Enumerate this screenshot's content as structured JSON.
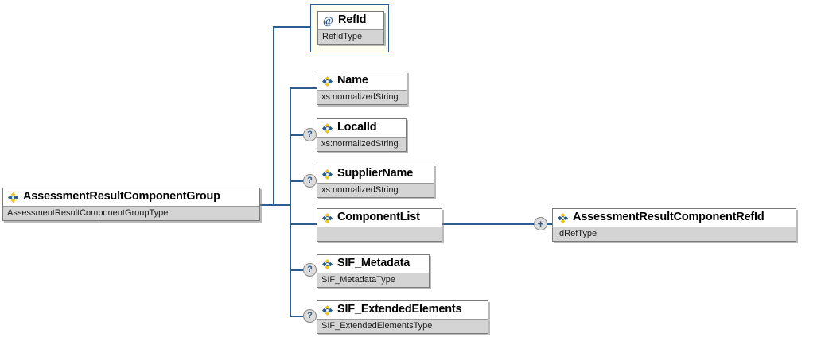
{
  "diagram": {
    "kind": "xml-schema-element-tree",
    "root": {
      "name": "AssessmentResultComponentGroup",
      "type": "AssessmentResultComponentGroupType",
      "icon": "element-icon"
    },
    "attributes": [
      {
        "name": "RefId",
        "type": "RefIdType",
        "icon": "attribute-icon",
        "optional": false
      }
    ],
    "children": [
      {
        "name": "Name",
        "type": "xs:normalizedString",
        "icon": "element-icon",
        "optional": false,
        "optional_marker": ""
      },
      {
        "name": "LocalId",
        "type": "xs:normalizedString",
        "icon": "element-icon",
        "optional": true,
        "optional_marker": "?"
      },
      {
        "name": "SupplierName",
        "type": "xs:normalizedString",
        "icon": "element-icon",
        "optional": true,
        "optional_marker": "?"
      },
      {
        "name": "ComponentList",
        "type": "",
        "icon": "element-icon",
        "optional": false,
        "optional_marker": "",
        "expander": "+",
        "child": {
          "name": "AssessmentResultComponentRefId",
          "type": "IdRefType",
          "icon": "element-icon"
        }
      },
      {
        "name": "SIF_Metadata",
        "type": "SIF_MetadataType",
        "icon": "element-icon",
        "optional": true,
        "optional_marker": "?"
      },
      {
        "name": "SIF_ExtendedElements",
        "type": "SIF_ExtendedElementsType",
        "icon": "element-icon",
        "optional": true,
        "optional_marker": "?"
      }
    ]
  },
  "colors": {
    "connector": "#2d5d8e",
    "type_row": "#d4d4d4",
    "node_border": "#7a7a7a",
    "attribute_frame_bg": "#fdfdf0",
    "attribute_frame_border": "#2d5d8e",
    "icon_blue": "#2d5d8e",
    "icon_yellow": "#f0c419",
    "marker_fill": "#dcdcdc",
    "marker_text": "#2d5d8e",
    "canvas_bg": "#ffffff"
  }
}
